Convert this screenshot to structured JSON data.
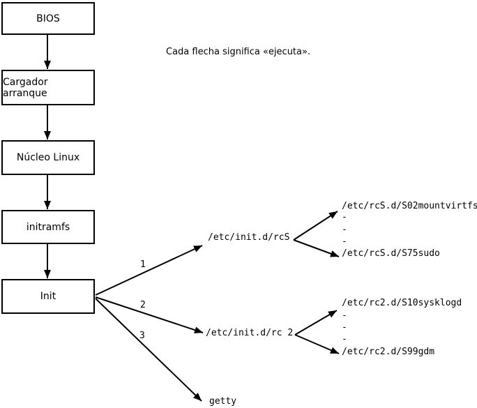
{
  "note": "Cada flecha significa «ejecuta».",
  "flow_boxes": [
    {
      "label": "BIOS"
    },
    {
      "label": "Cargador arranque"
    },
    {
      "label": "Núcleo Linux"
    },
    {
      "label": "initramfs"
    },
    {
      "label": "Init"
    }
  ],
  "init_branches": [
    {
      "number": "1",
      "target": "/etc/init.d/rcS"
    },
    {
      "number": "2",
      "target": "/etc/init.d/rc 2"
    },
    {
      "number": "3",
      "target": "getty"
    }
  ],
  "rcS_scripts": {
    "first": "/etc/rcS.d/S02mountvirtfs",
    "dash1": "-",
    "dash2": "-",
    "dash3": "-",
    "last": "/etc/rcS.d/S75sudo"
  },
  "rc2_scripts": {
    "first": "/etc/rc2.d/S10sysklogd",
    "dash1": "-",
    "dash2": "-",
    "dash3": "-",
    "last": "/etc/rc2.d/S99gdm"
  },
  "colors": {
    "line": "#000000",
    "background": "#ffffff"
  }
}
